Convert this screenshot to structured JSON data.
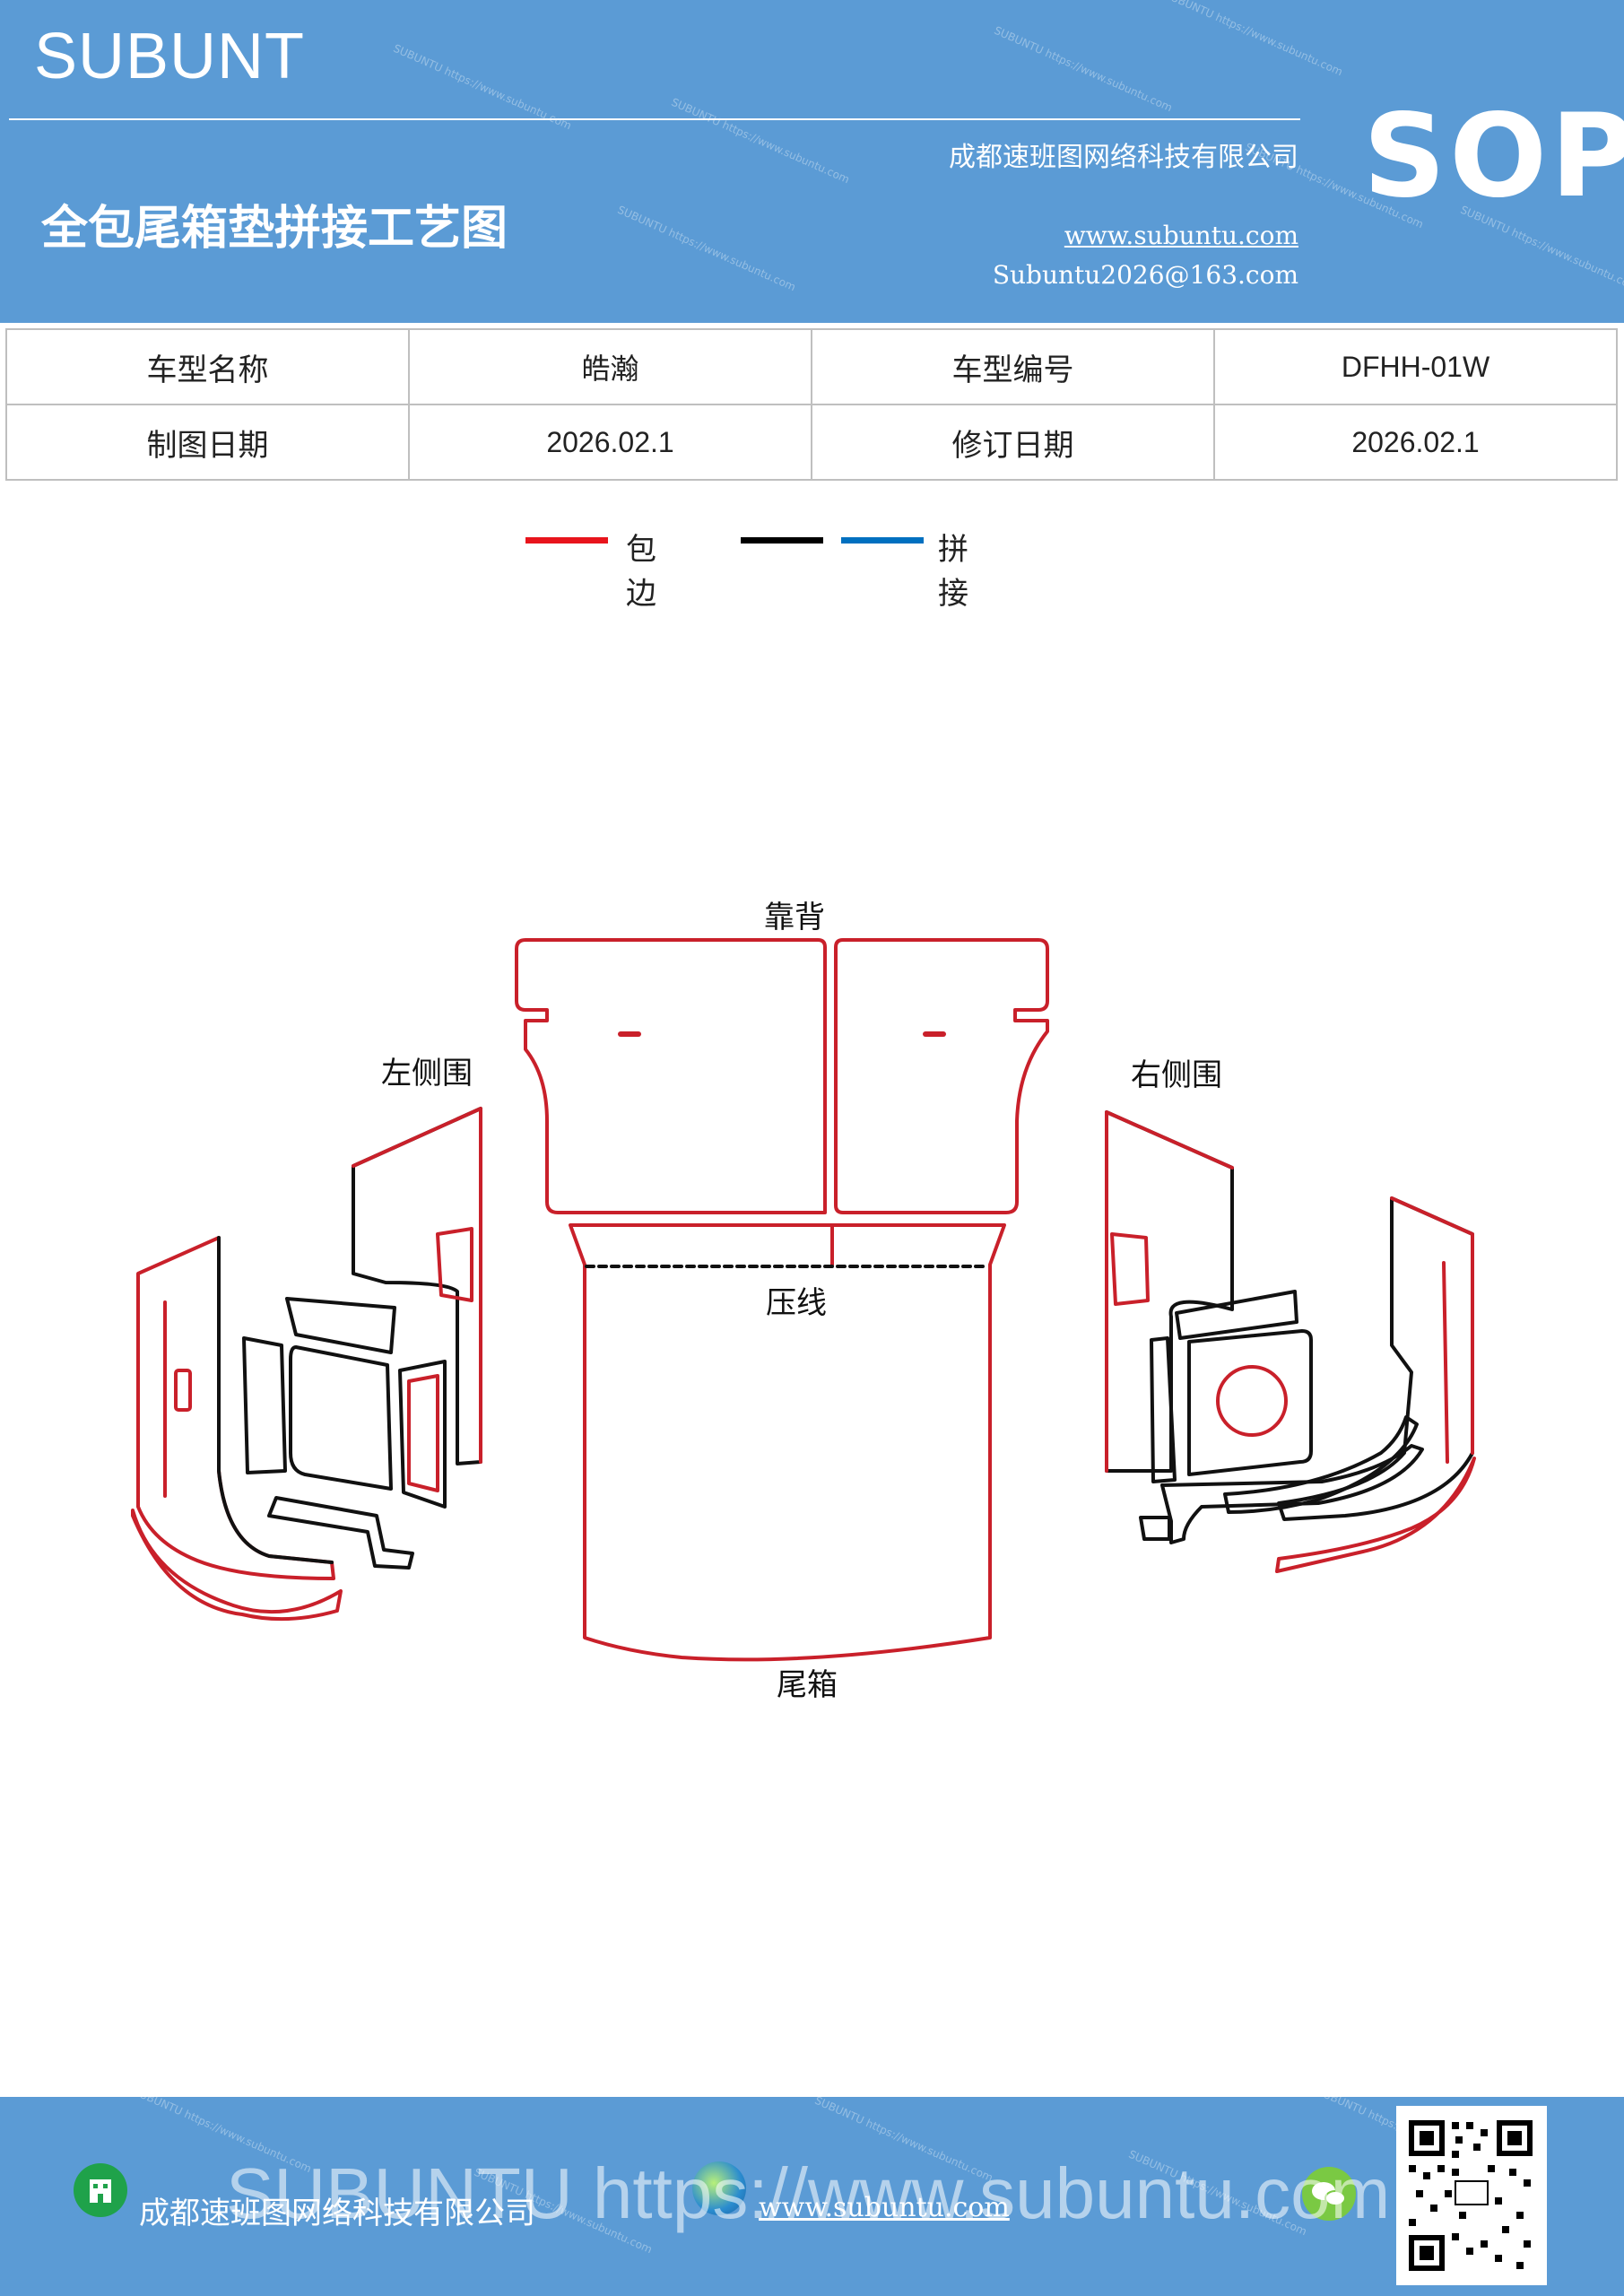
{
  "header": {
    "brand": "SUBUNT",
    "badge": "SOP",
    "company": "成都速班图网络科技有限公司",
    "title": "全包尾箱垫拼接工艺图",
    "website": "www.subuntu.com",
    "email": "Subuntu2026@163.com",
    "background_color": "#5b9bd5"
  },
  "info_table": {
    "rows": [
      [
        {
          "text": "车型名称"
        },
        {
          "text": "皓瀚"
        },
        {
          "text": "车型编号"
        },
        {
          "text": "DFHH-01W"
        }
      ],
      [
        {
          "text": "制图日期"
        },
        {
          "text": "2026.02.1"
        },
        {
          "text": "修订日期"
        },
        {
          "text": "2026.02.1"
        }
      ]
    ]
  },
  "legend": {
    "items": [
      {
        "label": "包边",
        "color": "#e8141c"
      },
      {
        "label": "",
        "color": "#000000"
      },
      {
        "label": "拼接",
        "color": "#0070c0"
      }
    ]
  },
  "diagram": {
    "labels": {
      "backrest": "靠背",
      "left_side": "左侧围",
      "right_side": "右侧围",
      "crease": "压线",
      "trunk": "尾箱"
    },
    "colors": {
      "edge": "#c9202a",
      "seam": "#111111"
    }
  },
  "footer": {
    "company": "成都速班图网络科技有限公司",
    "website": "www.subuntu.com",
    "overlay": "SUBUNTU https://www.subuntu.com",
    "icons": [
      "building-icon",
      "globe-icon",
      "wechat-icon",
      "qr-code"
    ]
  }
}
